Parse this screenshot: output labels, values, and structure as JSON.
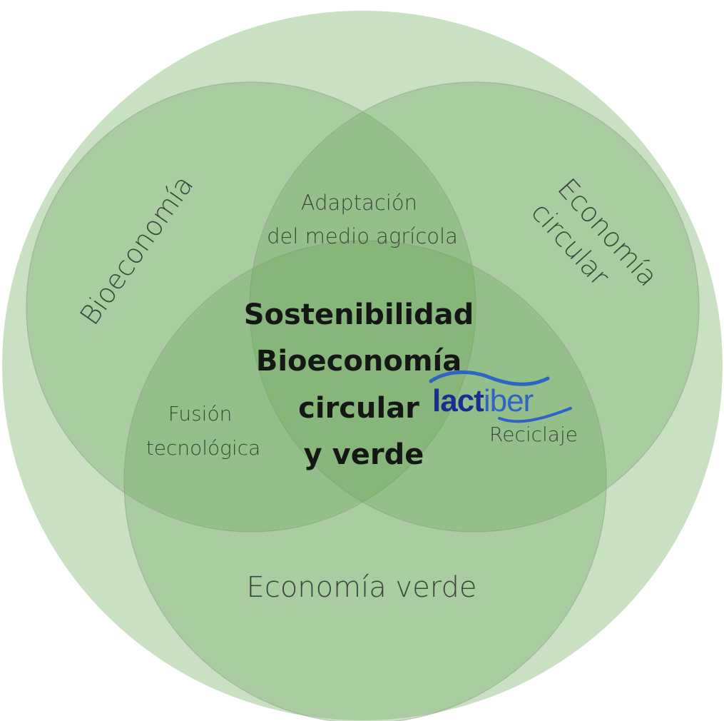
{
  "diagram": {
    "circles": {
      "bioeconomia": "Bioeconomía",
      "economia_circular": [
        "Economía",
        "circular"
      ],
      "economia_verde": "Economía verde"
    },
    "intersections": {
      "adaptacion": [
        "Adaptación",
        "del medio agrícola"
      ],
      "fusion": [
        "Fusión",
        "tecnológica"
      ],
      "reciclaje": "Reciclaje"
    },
    "center": [
      "Sostenibilidad",
      "Bioeconomía",
      "circular",
      "y verde"
    ],
    "logo": {
      "part1": "lact",
      "part2": "iber"
    },
    "colors": {
      "outer": "#c9e0c3",
      "circle_fill": "#6aa55c",
      "stroke": "#7e9678",
      "logo_dark": "#1c2d8f",
      "logo_light": "#2f63c6"
    }
  }
}
